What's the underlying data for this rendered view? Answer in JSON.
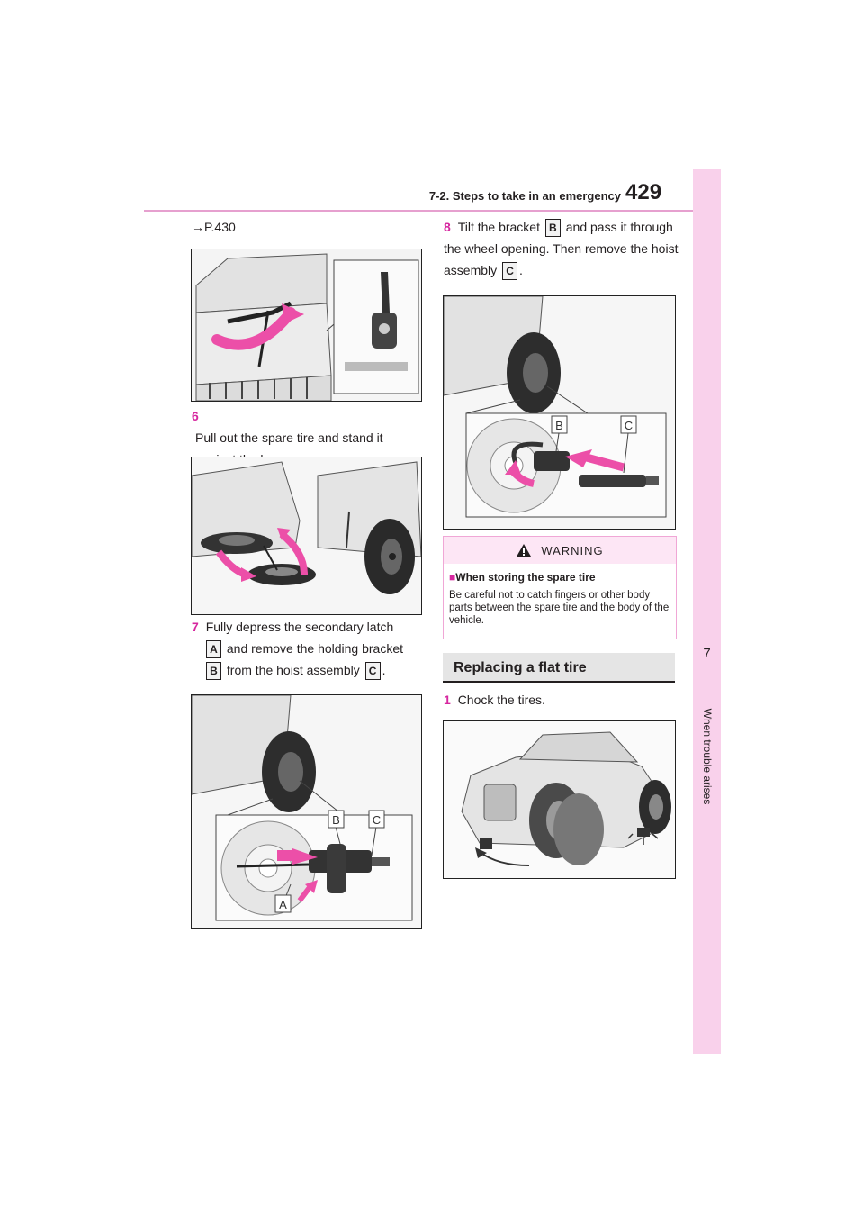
{
  "header": {
    "section": "7-2. Steps to take in an emergency",
    "page_number": "429"
  },
  "side_tab": {
    "chapter_number": "7",
    "chapter_label": "When trouble arises"
  },
  "left_column": {
    "reference": "→P.430",
    "step6": {
      "number": "6",
      "text": "Pull out the spare tire and stand it against the bumper."
    },
    "step7": {
      "number": "7",
      "part1": "Fully depress the secondary latch",
      "badge_a": "A",
      "part2": "and remove the holding bracket",
      "badge_b": "B",
      "part3": "from the hoist assembly",
      "badge_c": "C",
      "part4": "."
    },
    "figure3_callouts": {
      "b": "B",
      "c": "C",
      "a": "A"
    }
  },
  "right_column": {
    "step8": {
      "number": "8",
      "part1": "Tilt the bracket",
      "badge_b": "B",
      "part2": "and pass it through the wheel opening. Then remove the hoist assembly",
      "badge_c": "C",
      "part3": "."
    },
    "figure_callouts": {
      "b": "B",
      "c": "C"
    },
    "warning": {
      "title": "WARNING",
      "subtitle": "When storing the spare tire",
      "body": "Be careful not to catch fingers or other body parts between the spare tire and the body of the vehicle."
    },
    "section_heading": "Replacing a flat tire",
    "step1": {
      "number": "1",
      "text": "Chock the tires."
    }
  },
  "colors": {
    "accent_pink": "#d6279f",
    "tab_pink": "#f9d1eb",
    "arrow_pink": "#ec4fa8"
  }
}
